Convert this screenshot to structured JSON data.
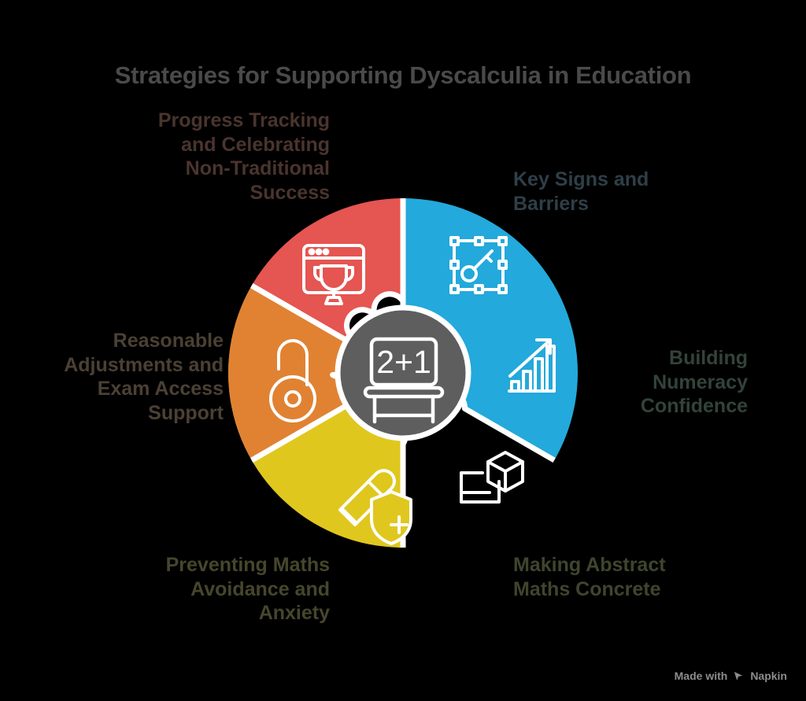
{
  "title": "Strategies for Supporting Dyscalculia in Education",
  "center": {
    "icon": "chalkboard-icon",
    "equation": "2+1",
    "circle_color": "#5e5e5e"
  },
  "segments": [
    {
      "id": "key-signs",
      "label": "Key Signs and\nBarriers",
      "color": "#23a9db",
      "text_color": "#2e3f48",
      "icon": "key-frame-icon",
      "position": "top-right"
    },
    {
      "id": "building-numeracy",
      "label": "Building\nNumeracy\nConfidence",
      "color": "#3cc587",
      "text_color": "#33433a",
      "icon": "growth-chart-icon",
      "position": "right"
    },
    {
      "id": "abstract-concrete",
      "label": "Making Abstract\nMaths Concrete",
      "color": "#8cbf3f",
      "text_color": "#3f452e",
      "icon": "cube-box-icon",
      "position": "bottom-right"
    },
    {
      "id": "preventing-anxiety",
      "label": "Preventing Maths\nAvoidance and\nAnxiety",
      "color": "#e0c71e",
      "text_color": "#46462c",
      "icon": "pencil-shield-icon",
      "position": "bottom-left"
    },
    {
      "id": "reasonable-adjustments",
      "label": "Reasonable\nAdjustments and\nExam Access\nSupport",
      "color": "#e08232",
      "text_color": "#4b4034",
      "icon": "open-padlock-icon",
      "position": "left"
    },
    {
      "id": "progress-tracking",
      "label": "Progress Tracking\nand Celebrating\nNon-Traditional\nSuccess",
      "color": "#e55551",
      "text_color": "#4a342e",
      "icon": "trophy-browser-icon",
      "position": "top-left"
    }
  ],
  "watermark": {
    "prefix": "Made with",
    "brand": "Napkin"
  }
}
